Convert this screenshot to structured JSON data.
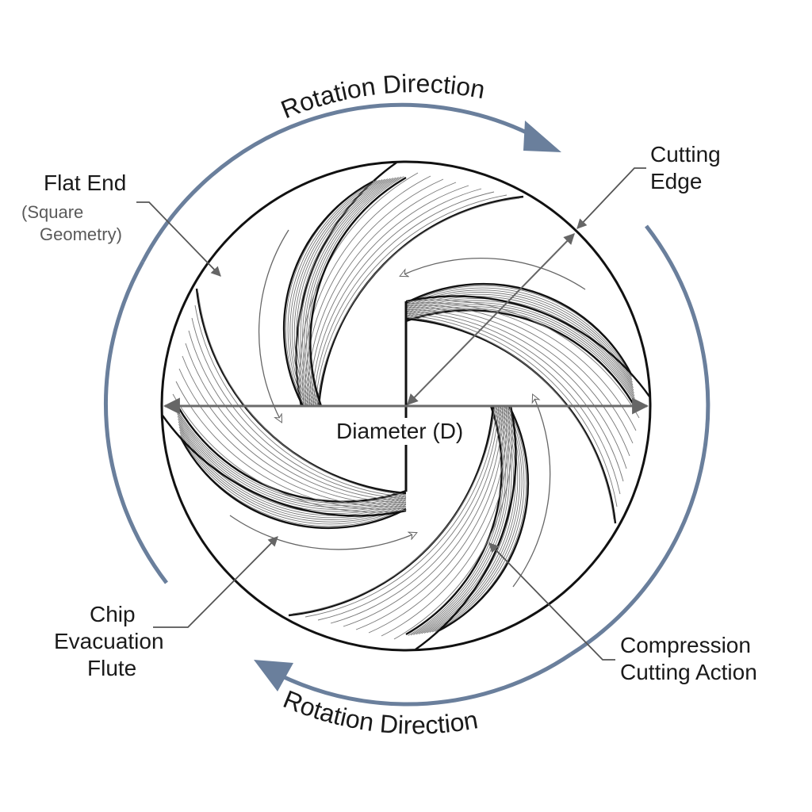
{
  "title": "Flat End Mill Cross-Section — Compression Cutter",
  "labels": {
    "rotation_top": "Rotation Direction",
    "rotation_bottom": "Rotation Direction",
    "flat_end": "Flat End",
    "flat_end_sub_1": "(Square",
    "flat_end_sub_2": "Geometry)",
    "cutting_edge_1": "Cutting",
    "cutting_edge_2": "Edge",
    "diameter": "Diameter (D)",
    "chip_1": "Chip",
    "chip_2": "Evacuation",
    "chip_3": "Flute",
    "compression_1": "Compression",
    "compression_2": "Cutting Action"
  },
  "colors": {
    "rotation_arrow": "#6a7f9c",
    "outline": "#111111",
    "leader": "#555555",
    "dimension": "#6b6b6b",
    "hatch": "#777777"
  },
  "rotation": {
    "direction": "clockwise"
  },
  "flutes": {
    "count": 4
  }
}
